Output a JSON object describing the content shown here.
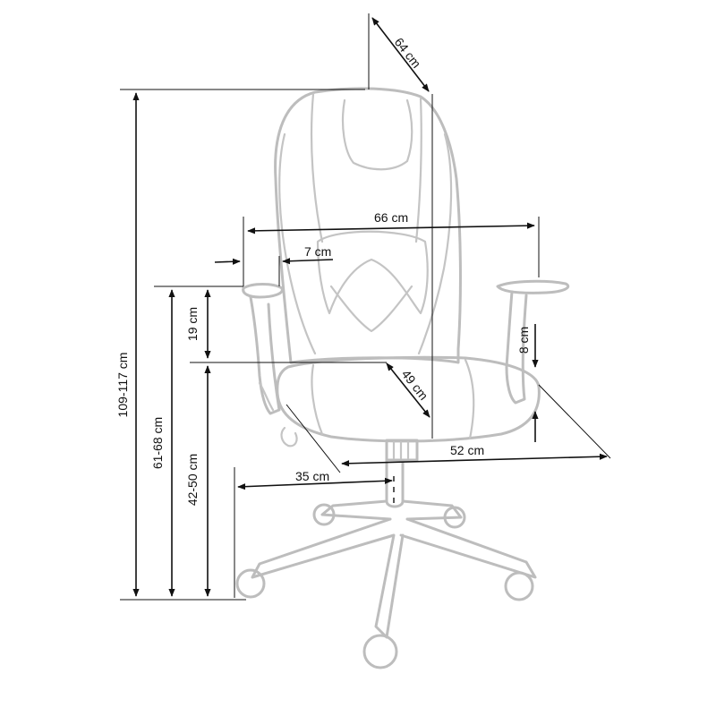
{
  "dimensions": {
    "depth_diagonal": "64 cm",
    "arm_span": "66 cm",
    "armrest_width": "7 cm",
    "total_height": "109-117 cm",
    "backrest_to_armrest": "19 cm",
    "armrest_height": "61-68 cm",
    "seat_height": "42-50 cm",
    "seat_depth": "49 cm",
    "armrest_thickness": "8 cm",
    "seat_width": "52 cm",
    "base_radius": "35 cm"
  }
}
